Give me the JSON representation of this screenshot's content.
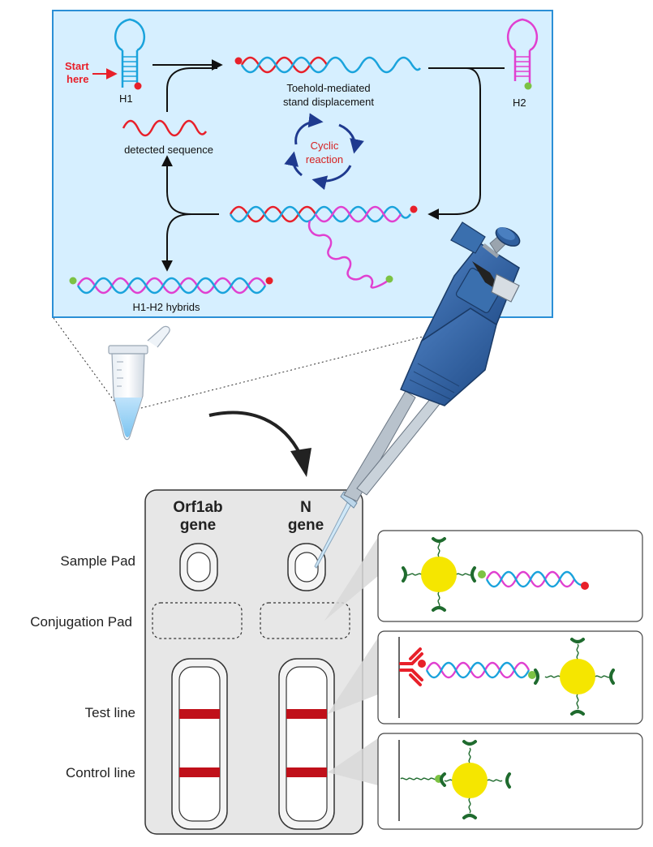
{
  "reaction_panel": {
    "start_label_line1": "Start",
    "start_label_line2": "here",
    "h1_label": "H1",
    "h2_label": "H2",
    "toehold_line1": "Toehold-mediated",
    "toehold_line2": "stand displacement",
    "detected_label": "detected sequence",
    "cyclic_line1": "Cyclic",
    "cyclic_line2": "reaction",
    "hybrids_label": "H1-H2 hybrids"
  },
  "strip": {
    "col1_line1": "Orf1ab",
    "col1_line2": "gene",
    "col2_line1": "N",
    "col2_line2": "gene"
  },
  "row_labels": {
    "sample_pad": "Sample Pad",
    "conjugation_pad": "Conjugation Pad",
    "test_line": "Test line",
    "control_line": "Control line"
  },
  "colors": {
    "panel_bg": "#d6efff",
    "panel_border": "#2b8fd6",
    "red_strand": "#e8202a",
    "blue_strand": "#1aa3dc",
    "pink_strand": "#e040d0",
    "green_dot": "#7cc243",
    "gold_np": "#f5e600",
    "linker_green": "#1f6b2e",
    "test_line": "#c0101a",
    "cyclic_text": "#d62020",
    "cyclic_arrow": "#1f3a8f",
    "pipette_blue": "#2f5f9e"
  }
}
